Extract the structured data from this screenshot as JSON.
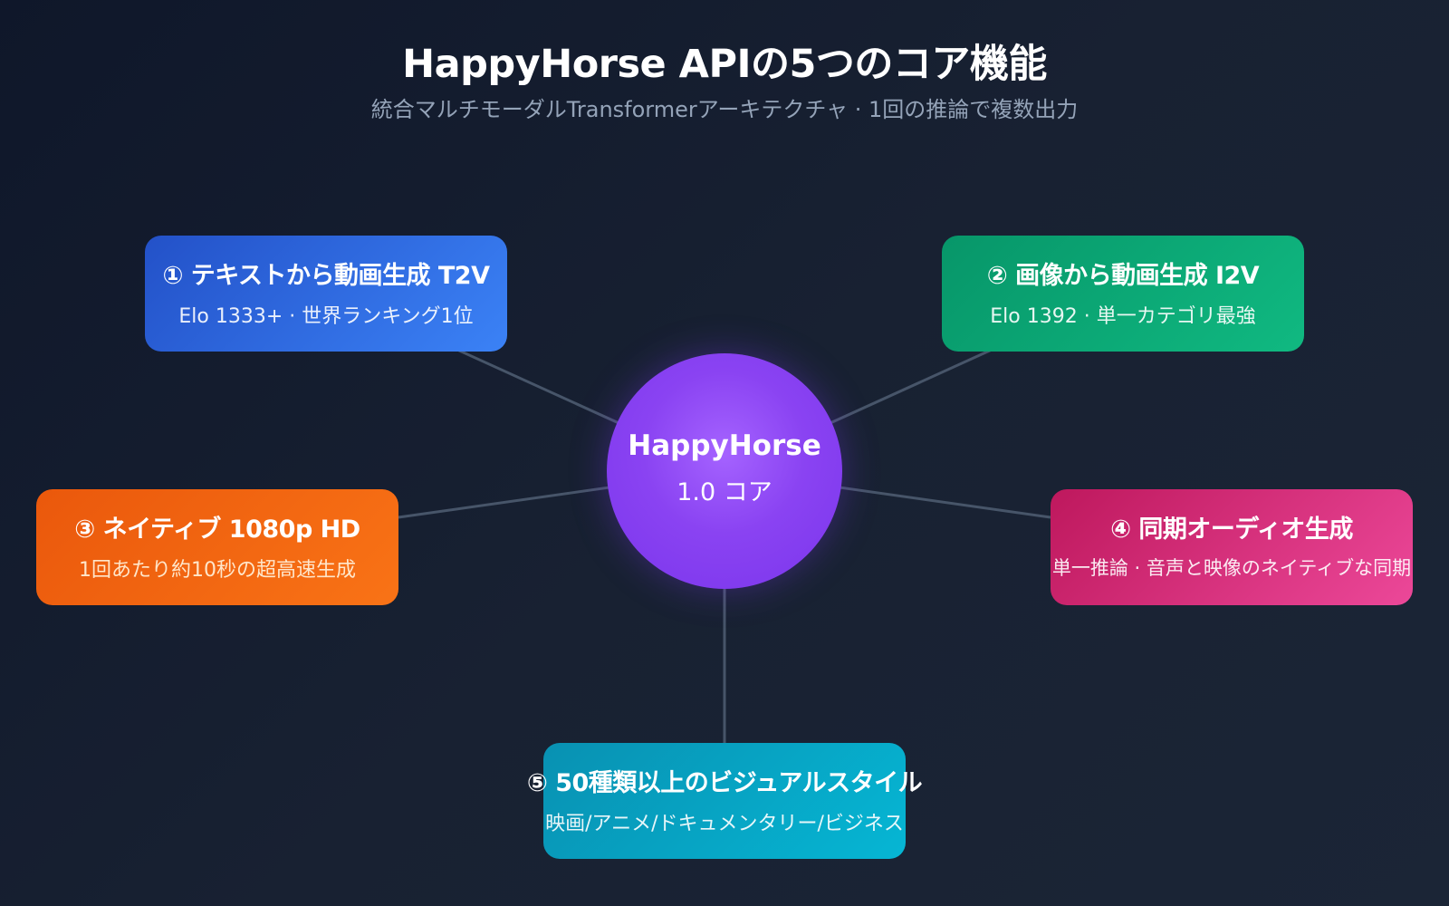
{
  "header": {
    "title": "HappyHorse APIの5つのコア機能",
    "subtitle": "統合マルチモーダルTransformerアーキテクチャ · 1回の推論で複数出力"
  },
  "center": {
    "title": "HappyHorse",
    "subtitle": "1.0 コア",
    "color": "#7c3aed"
  },
  "features": [
    {
      "title": "① テキストから動画生成 T2V",
      "desc": "Elo 1333+ · 世界ランキング1位",
      "color": "#3b82f6"
    },
    {
      "title": "② 画像から動画生成 I2V",
      "desc": "Elo 1392 · 単一カテゴリ最強",
      "color": "#10b981"
    },
    {
      "title": "③ ネイティブ 1080p HD",
      "desc": "1回あたり約10秒の超高速生成",
      "color": "#f97316"
    },
    {
      "title": "④ 同期オーディオ生成",
      "desc": "単一推論 · 音声と映像のネイティブな同期",
      "color": "#ec4899"
    },
    {
      "title": "⑤ 50種類以上のビジュアルスタイル",
      "desc": "映画/アニメ/ドキュメンタリー/ビジネス",
      "color": "#06b6d4"
    }
  ],
  "connector_color": "#475569"
}
